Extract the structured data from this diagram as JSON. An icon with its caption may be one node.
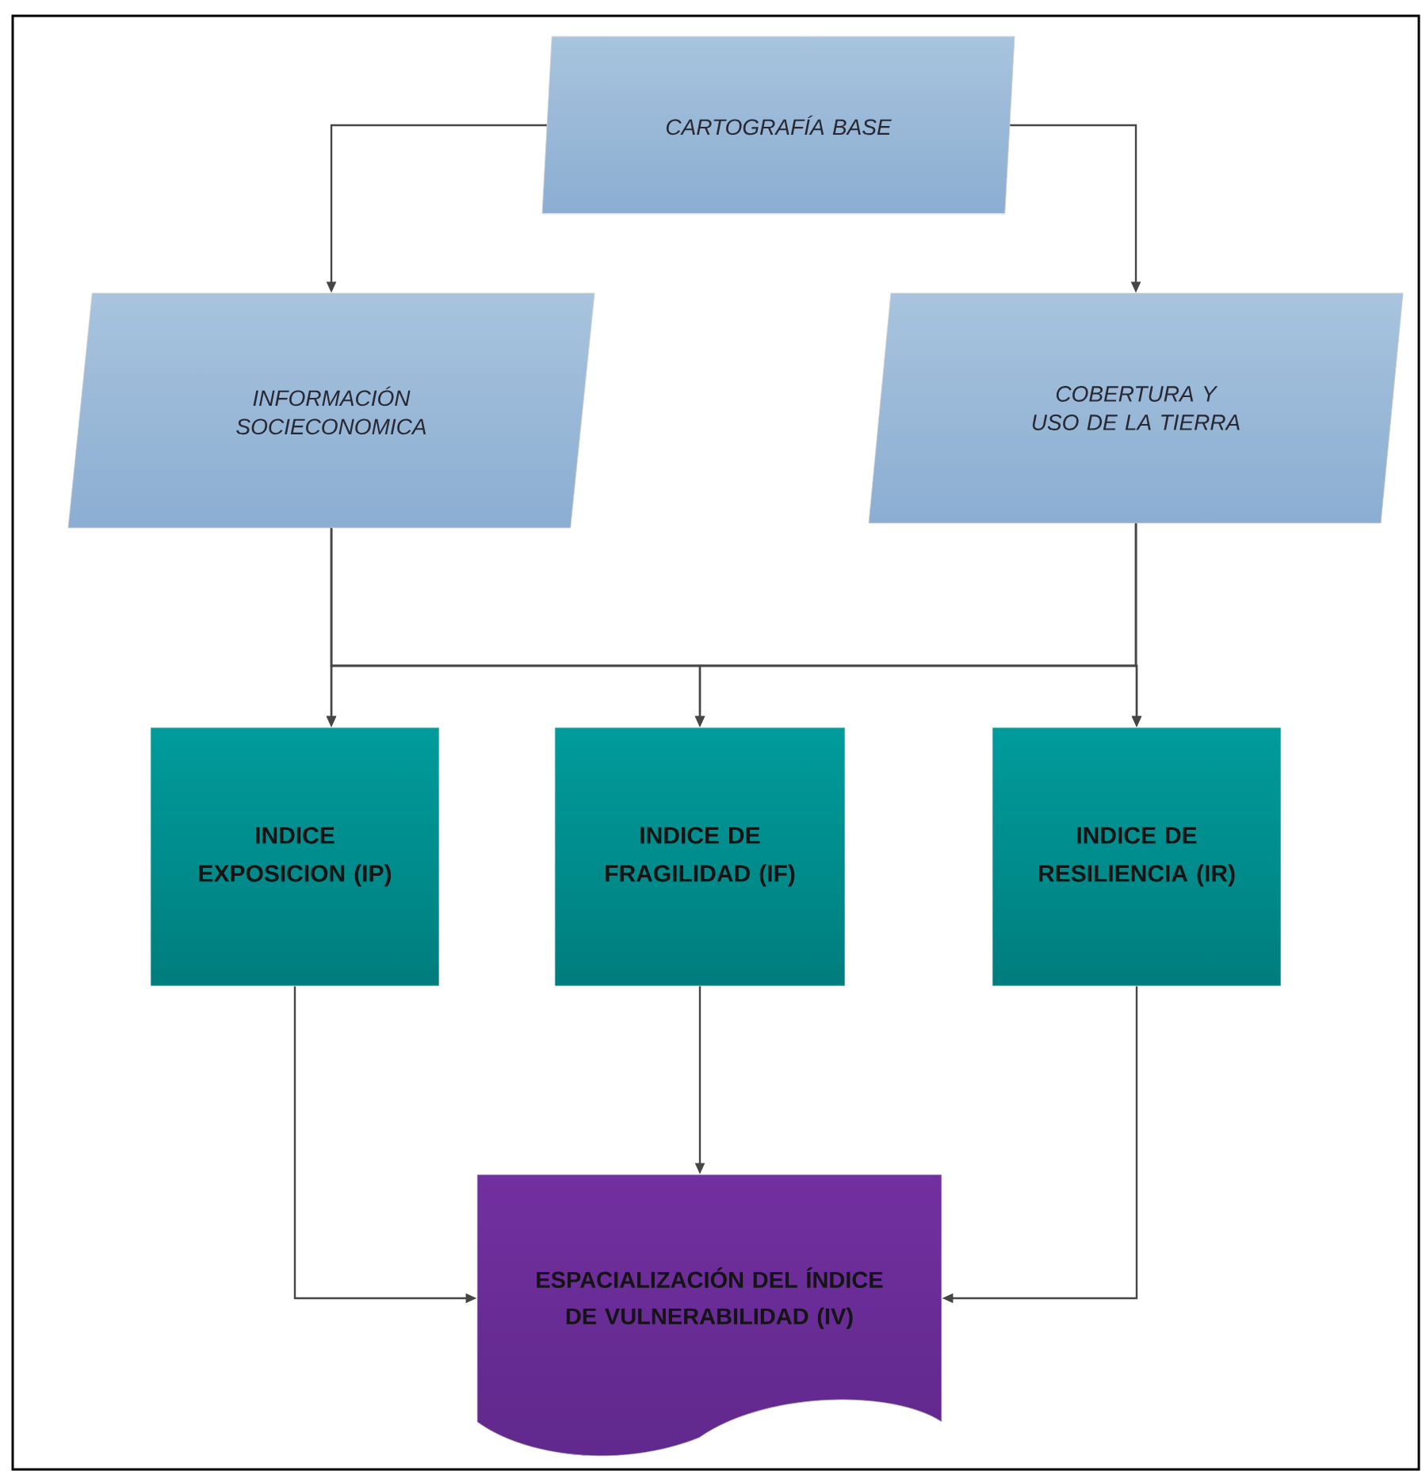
{
  "diagram": {
    "nodes": [
      {
        "text": [
          "CARTOGRAFÍA BASE"
        ]
      },
      {
        "text": [
          "INFORMACIÓN SOCIECONOMICA"
        ]
      },
      {
        "text": [
          "COBERTURA Y USO DE LA TIERRA"
        ]
      },
      {
        "text": [
          "INDICE EXPOSICION (IP)"
        ]
      },
      {
        "text": [
          "INDICE DE FRAGILIDAD (IF)"
        ]
      },
      {
        "text": [
          "INDICE DE RESILIENCIA (IR)"
        ]
      },
      {
        "text": [
          "ESPACIALIZACIÓN DEL ÍNDICE DE VULNERABILIDAD (IV)"
        ]
      }
    ],
    "edges": [
      {
        "from": 0,
        "to": 1,
        "arrow": "to"
      },
      {
        "from": 0,
        "to": 2,
        "arrow": "to"
      },
      {
        "from": 1,
        "to": 3,
        "arrow": "to"
      },
      {
        "from": 1,
        "to": 4,
        "arrow": "to"
      },
      {
        "from": 1,
        "to": 5,
        "arrow": "to"
      },
      {
        "from": 2,
        "to": 3,
        "arrow": "to"
      },
      {
        "from": 2,
        "to": 4,
        "arrow": "to"
      },
      {
        "from": 2,
        "to": 5,
        "arrow": "to"
      },
      {
        "from": 3,
        "to": 6,
        "arrow": "to"
      },
      {
        "from": 4,
        "to": 6,
        "arrow": "to"
      },
      {
        "from": 5,
        "to": 6,
        "arrow": "to"
      }
    ]
  }
}
